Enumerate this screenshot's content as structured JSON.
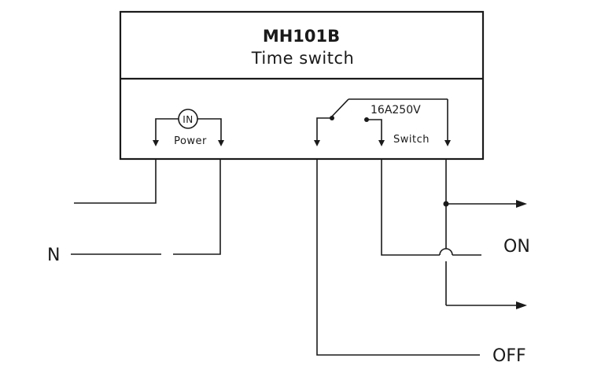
{
  "device": {
    "model": "MH101B",
    "type": "Time switch"
  },
  "terminals": {
    "power_label": "Power",
    "power_symbol": "IN",
    "switch_label": "Switch",
    "switch_rating": "16A250V"
  },
  "wires": {
    "neutral_label": "N",
    "on_label": "ON",
    "off_label": "OFF"
  }
}
